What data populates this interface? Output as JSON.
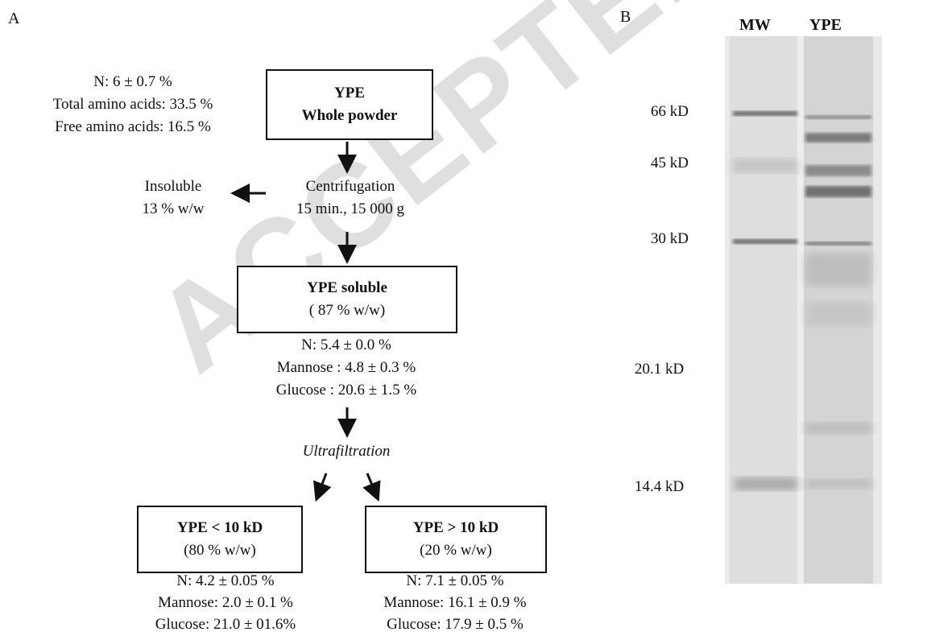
{
  "panel_a": {
    "letter": "A",
    "whole_powder_notes": [
      "N: 6 ± 0.7 %",
      "Total amino acids: 33.5 %",
      "Free amino acids: 16.5 %"
    ],
    "whole_box": {
      "line1": "YPE",
      "line2": "Whole powder"
    },
    "centrifugation": {
      "line1": "Centrifugation",
      "line2": "15 min., 15 000 g"
    },
    "insoluble": {
      "line1": "Insoluble",
      "line2": "13 % w/w"
    },
    "soluble_box": {
      "line1": "YPE soluble",
      "line2": "( 87 % w/w)"
    },
    "soluble_notes": [
      "N: 5.4 ± 0.0 %",
      "Mannose : 4.8 ± 0.3 %",
      "Glucose : 20.6 ± 1.5 %"
    ],
    "ultrafiltration": "Ultrafiltration",
    "low_box": {
      "line1": "YPE < 10 kD",
      "line2": "(80 % w/w)"
    },
    "low_notes": [
      "N: 4.2 ± 0.05 %",
      "Mannose: 2.0 ± 0.1 %",
      "Glucose: 21.0 ± 01.6%"
    ],
    "high_box": {
      "line1": "YPE > 10 kD",
      "line2": "(20 % w/w)"
    },
    "high_notes": [
      "N: 7.1 ± 0.05 %",
      "Mannose: 16.1 ± 0.9 %",
      "Glucose: 17.9 ± 0.5 %"
    ]
  },
  "panel_b": {
    "letter": "B",
    "lanes": [
      "MW",
      "YPE"
    ],
    "markers": [
      "66 kD",
      "45 kD",
      "30 kD",
      "20.1 kD",
      "14.4 kD"
    ]
  },
  "watermark": "ACCEPTED MANUSCRIPT"
}
